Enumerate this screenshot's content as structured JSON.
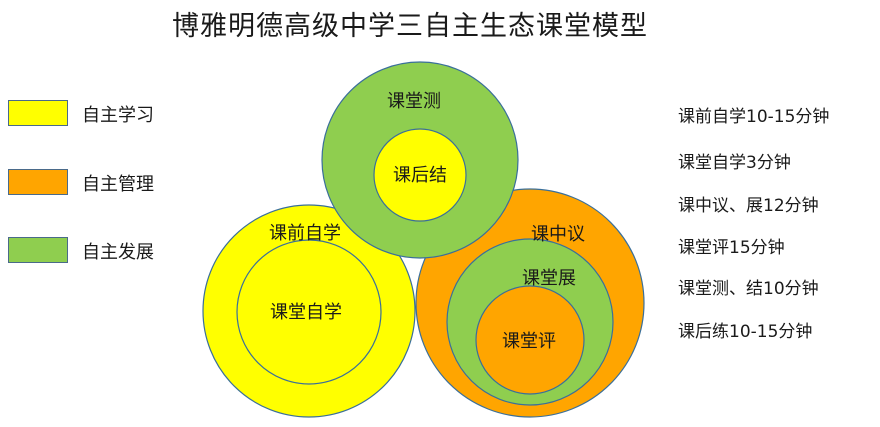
{
  "title": "博雅明德高级中学三自主生态课堂模型",
  "colors": {
    "yellow": "#ffff00",
    "orange": "#ffa500",
    "green": "#8fce4f",
    "stroke": "#3a6f9a"
  },
  "legend": [
    {
      "label": "自主学习",
      "color": "#ffff00"
    },
    {
      "label": "自主管理",
      "color": "#ffa500"
    },
    {
      "label": "自主发展",
      "color": "#8fce4f"
    }
  ],
  "circles": {
    "top_outer": "课堂测",
    "top_inner": "课后结",
    "left_outer": "课前自学",
    "left_inner": "课堂自学",
    "right_outer": "课中议",
    "right_middle": "课堂展",
    "right_inner": "课堂评"
  },
  "timings": [
    "课前自学10-15分钟",
    "课堂自学3分钟",
    "课中议、展12分钟",
    "课堂评15分钟",
    "课堂测、结10分钟",
    "课后练10-15分钟"
  ]
}
